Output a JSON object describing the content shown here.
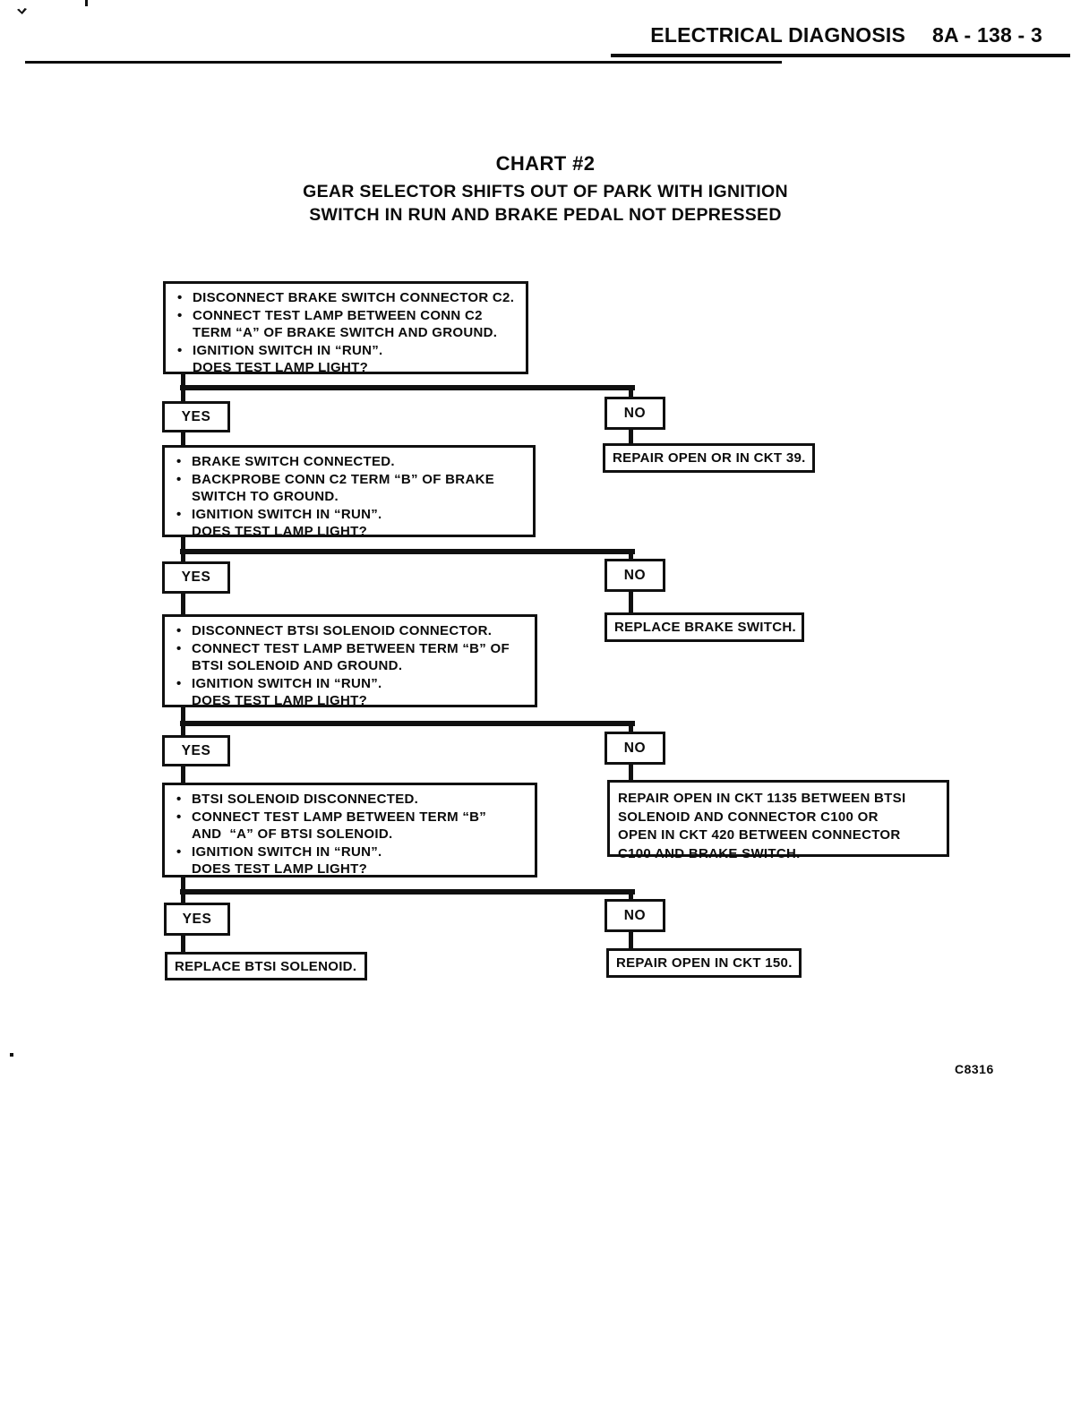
{
  "header": {
    "section": "ELECTRICAL DIAGNOSIS",
    "page_number": "8A - 138 - 3"
  },
  "title": {
    "chart_label": "CHART #2",
    "subtitle_line1": "GEAR SELECTOR SHIFTS OUT OF PARK WITH IGNITION",
    "subtitle_line2": "SWITCH IN RUN AND BRAKE PEDAL NOT DEPRESSED"
  },
  "flow": {
    "bullet_char": "•",
    "yes_label": "YES",
    "no_label": "NO",
    "steps": [
      {
        "lines": [
          {
            "bullet": true,
            "text": "DISCONNECT BRAKE SWITCH CONNECTOR C2."
          },
          {
            "bullet": true,
            "text": "CONNECT TEST LAMP BETWEEN CONN C2"
          },
          {
            "bullet": false,
            "text": "TERM “A” OF BRAKE SWITCH AND GROUND."
          },
          {
            "bullet": true,
            "text": "IGNITION SWITCH IN “RUN”."
          },
          {
            "bullet": false,
            "text": "DOES TEST LAMP LIGHT?"
          }
        ],
        "no_result": "REPAIR OPEN OR IN CKT 39."
      },
      {
        "lines": [
          {
            "bullet": true,
            "text": "BRAKE SWITCH CONNECTED."
          },
          {
            "bullet": true,
            "text": "BACKPROBE CONN C2 TERM “B” OF BRAKE"
          },
          {
            "bullet": false,
            "text": "SWITCH TO GROUND."
          },
          {
            "bullet": true,
            "text": "IGNITION SWITCH IN “RUN”."
          },
          {
            "bullet": false,
            "text": "DOES TEST LAMP LIGHT?"
          }
        ],
        "no_result": "REPLACE BRAKE SWITCH."
      },
      {
        "lines": [
          {
            "bullet": true,
            "text": "DISCONNECT BTSI SOLENOID CONNECTOR."
          },
          {
            "bullet": true,
            "text": "CONNECT TEST LAMP BETWEEN TERM “B” OF"
          },
          {
            "bullet": false,
            "text": "BTSI SOLENOID AND GROUND."
          },
          {
            "bullet": true,
            "text": "IGNITION SWITCH IN “RUN”."
          },
          {
            "bullet": false,
            "text": "DOES TEST LAMP LIGHT?"
          }
        ],
        "no_result": "REPAIR OPEN IN CKT 1135 BETWEEN BTSI SOLENOID AND CONNECTOR C100 OR OPEN IN CKT 420 BETWEEN CONNECTOR C100 AND BRAKE SWITCH."
      },
      {
        "lines": [
          {
            "bullet": true,
            "text": "BTSI SOLENOID DISCONNECTED."
          },
          {
            "bullet": true,
            "text": "CONNECT TEST LAMP BETWEEN TERM “B”"
          },
          {
            "bullet": false,
            "text": "AND  “A” OF BTSI SOLENOID."
          },
          {
            "bullet": true,
            "text": "IGNITION SWITCH IN “RUN”."
          },
          {
            "bullet": false,
            "text": "DOES TEST LAMP LIGHT?"
          }
        ],
        "yes_result": "REPLACE BTSI SOLENOID.",
        "no_result": "REPAIR OPEN IN CKT 150."
      }
    ]
  },
  "footer": {
    "figure_code": "C8316"
  }
}
